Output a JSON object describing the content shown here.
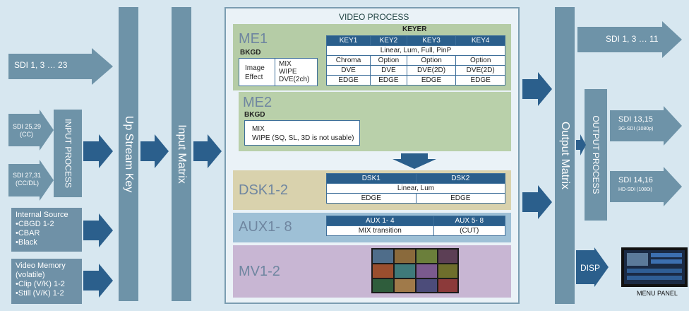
{
  "inputs": {
    "sdi_top": "SDI 1, 3 … 23",
    "sdi_25_29": [
      "SDI 25,29",
      "(CC)"
    ],
    "sdi_27_31": [
      "SDI 27,31",
      "(CC/DL)"
    ],
    "input_process": "INPUT PROCESS",
    "internal_source": [
      "Internal Source",
      "•CBGD 1-2",
      "•CBAR",
      "•Black"
    ],
    "video_memory": [
      "Video Memory",
      "(volatile)",
      "•Clip (V/K) 1-2",
      "•Still (V/K) 1-2"
    ]
  },
  "bars": {
    "up_stream_key": "Up Stream Key",
    "input_matrix": "Input Matrix",
    "output_matrix": "Output Matrix",
    "output_process": "OUTPUT PROCESS"
  },
  "video_process": {
    "title": "VIDEO PROCESS",
    "me1": {
      "label": "ME1",
      "bkgd": "BKGD",
      "image_effect": [
        "Image",
        "Effect"
      ],
      "bkgd_modes": [
        "MIX",
        "WIPE",
        "DVE(2ch)"
      ],
      "keyer_title": "KEYER",
      "keys": [
        "KEY1",
        "KEY2",
        "KEY3",
        "KEY4"
      ],
      "key_types": "Linear, Lum, Full, PinP",
      "row_option": [
        "Chroma",
        "Option",
        "Option",
        "Option"
      ],
      "row_dve": [
        "DVE",
        "DVE",
        "DVE(2D)",
        "DVE(2D)"
      ],
      "row_edge": [
        "EDGE",
        "EDGE",
        "EDGE",
        "EDGE"
      ]
    },
    "me2": {
      "label": "ME2",
      "bkgd": "BKGD",
      "modes": [
        "MIX",
        "WIPE (SQ, SL, 3D is not usable)"
      ]
    },
    "dsk": {
      "label": "DSK1-2",
      "heads": [
        "DSK1",
        "DSK2"
      ],
      "types": "Linear, Lum",
      "edges": [
        "EDGE",
        "EDGE"
      ]
    },
    "aux": {
      "label": "AUX1- 8",
      "heads": [
        "AUX 1- 4",
        "AUX 5- 8"
      ],
      "modes": [
        "MIX transition",
        "(CUT)"
      ]
    },
    "mv": {
      "label": "MV1-2"
    }
  },
  "outputs": {
    "sdi_top": "SDI 1, 3 … 11",
    "sdi_13_15": [
      "SDI 13,15",
      "3G-SDI (1080p)"
    ],
    "sdi_14_16": [
      "SDI 14,16",
      "HD-SDI (1080i)"
    ],
    "disp": "DISP",
    "menu_panel": "MENU PANEL"
  },
  "colors": {
    "background": "#d7e7f0",
    "bar": "#6e93a8",
    "me1": "#b5cca6",
    "me2": "#b9d0aa",
    "dsk": "#d9d2ad",
    "aux": "#9ec0d6",
    "mv": "#c8b6d3",
    "table_header": "#2b5f8c"
  }
}
